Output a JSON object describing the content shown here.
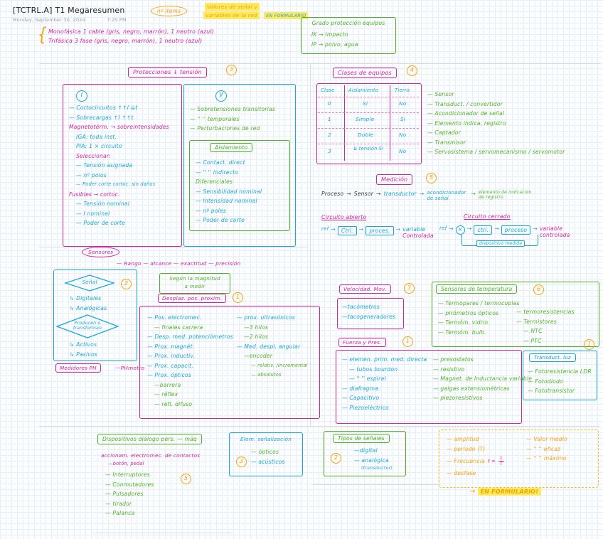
{
  "icons": {
    "arrow_right": "→"
  },
  "header": {
    "title": "[TCTRL.A] T1 Megaresumen",
    "date": "Monday, September 30, 2024",
    "time": "7:25 PM"
  },
  "top": {
    "n_items": "nº items",
    "note1": "Valores de señal y",
    "note2": "variables de la red",
    "note3": "EN FORMULARIO",
    "brace": "{",
    "mono": "Monofásica   1 cable (gris, negro, marrón), 1 neutro (azul)",
    "tri": "Trifásica    3 fase (gris, negro, marrón), 1 neutro (azul)"
  },
  "grado": {
    "title": "Grado protección equipos",
    "items": [
      "IK → Impacto",
      "IP → polvo, agua"
    ]
  },
  "protecciones": {
    "title": "Protecciones ↓ tensión",
    "badge": "3",
    "left": {
      "symbol": "I",
      "lines": [
        {
          "t": "— Cortocircuitos  ↑↑I  ⇊t"
        },
        {
          "t": "— Sobrecargas  ↑I  ↑↑t"
        },
        {
          "t": "Magnetotérm. → sobreintensidades",
          "c": "p"
        },
        {
          "t": "IGA:  toda inst.",
          "i": 1
        },
        {
          "t": "PIA:  1 × circuito",
          "i": 1
        },
        {
          "t": "Seleccionar:",
          "c": "p",
          "i": 1
        },
        {
          "t": "— Tensión asignada",
          "i": 1
        },
        {
          "t": "— nº polos",
          "i": 1
        },
        {
          "t": "— Poder corte cortoc. sin daños",
          "i": 1,
          "s": 1
        },
        {
          "t": "Fusibles → cortoc.",
          "c": "p"
        },
        {
          "t": "— Tensión nominal",
          "i": 1
        },
        {
          "t": "— I nominal",
          "i": 1
        },
        {
          "t": "— Poder de corte",
          "i": 1
        }
      ]
    },
    "right": {
      "symbol": "V",
      "lines": [
        "— Sobretensiones transitorias",
        "— ''  ''   temporales",
        "— Perturbaciones de red"
      ],
      "aislamiento": {
        "title": "Aislamiento",
        "lines": [
          {
            "t": "— Contact. direct"
          },
          {
            "t": "— ''  ''  indirecto"
          },
          {
            "t": "Diferenciales",
            "c": "g"
          },
          {
            "t": "— Sensibilidad nominal"
          },
          {
            "t": "— Intensidad nominal"
          },
          {
            "t": "— nº poles"
          },
          {
            "t": "— Poder de corte"
          }
        ]
      }
    }
  },
  "clases": {
    "title": "Clases de equipos",
    "badge": "4",
    "headers": [
      "Clase",
      "Aislamiento",
      "Tierra"
    ],
    "rows": [
      [
        "0",
        "Si",
        "No"
      ],
      [
        "1",
        "Simple",
        "Si"
      ],
      [
        "2",
        "Doble",
        "No"
      ],
      [
        "3",
        "⇊ tensión  Si",
        "No"
      ]
    ]
  },
  "equipos": {
    "items": [
      "— Sensor",
      "— Transduct. / convertidor",
      "— Acondicionador de señal",
      "— Elemento indica. registro",
      "— Captador",
      "— Transmisor",
      "— Servosistema / servomecanismo / servomotor"
    ]
  },
  "medicion": {
    "title": "Medición",
    "badge": "5",
    "flow": [
      "Proceso",
      "Sensor",
      "transductor",
      "acondicionador de señal",
      "elemento de indicación de registro"
    ]
  },
  "abierto": {
    "title": "Circuito abierto",
    "ref": "ref",
    "box1": "Ctrl.",
    "box2": "proces.",
    "out1": "variable",
    "out2": "Controlada"
  },
  "cerrado": {
    "title": "Circuito cerrado",
    "ref": "ref",
    "sum": "×",
    "box1": "ctrl.",
    "box2": "proceso",
    "out1": "variable",
    "out2": "controlada",
    "fb": "dispositivo medida"
  },
  "sensores": {
    "oval": "Sensores",
    "traits": "— Rango  — alcance  — exactitud  — precisión"
  },
  "senal": {
    "d1": "Señal",
    "badge": "2",
    "items1": [
      "↳ Digitales",
      "↳ Analógicas"
    ],
    "d2a": "Producen o",
    "d2b": "transforman",
    "items2": [
      "↳ Activos",
      "↳ Pasivos"
    ]
  },
  "medidores": {
    "box": "Medidores PH",
    "item": "—PHmetro"
  },
  "magnitud": {
    "l1": "Según la magnitud",
    "l2": "a medir"
  },
  "desplaz": {
    "title": "Desplaz. pos. proxim.",
    "badge": "1",
    "col1": [
      {
        "t": "— Pos. electromec."
      },
      {
        "t": "— finales carrera",
        "c": "g",
        "i": 1
      },
      {
        "t": "— Desp. med. potenciómetros"
      },
      {
        "t": "— Prox. magnét."
      },
      {
        "t": "— Prox. inductiv."
      },
      {
        "t": "— Prox. capacit."
      },
      {
        "t": "— Prox. ópticos"
      },
      {
        "t": "—barrera",
        "c": "g",
        "i": 1
      },
      {
        "t": "— réflex",
        "c": "g",
        "i": 1
      },
      {
        "t": "— refl. difuso",
        "c": "g",
        "i": 1
      }
    ],
    "col2": [
      {
        "t": "— prox. ultrasónicos"
      },
      {
        "t": "—3 hilos",
        "c": "g",
        "i": 1
      },
      {
        "t": "—2 hilos",
        "c": "g",
        "i": 1
      },
      {
        "t": "— Med. despl. angular"
      },
      {
        "t": "—encoder",
        "c": "g",
        "i": 1
      },
      {
        "t": "— relativ. /incremental",
        "c": "g",
        "i": 2,
        "s": 1
      },
      {
        "t": "— absolutos",
        "c": "g",
        "i": 2,
        "s": 1
      }
    ]
  },
  "velocidad": {
    "title": "Velocidad. Mov.",
    "badge": "3",
    "items": [
      "—tacómetros",
      "—tacogeneradores"
    ]
  },
  "temperatura": {
    "title": "Sensores de temperatura",
    "badge": "6",
    "col1": [
      "— Termopares / termocuplas",
      "— pirómetros ópticos",
      "— Termóm. vidrio",
      "— Termóm. bulb."
    ],
    "col2": [
      "— termoresistencias",
      "— Termistores",
      {
        "t": "— NTC",
        "i": 1
      },
      {
        "t": "— PTC",
        "i": 1
      }
    ]
  },
  "fuerza": {
    "title": "Fuerza y Pres.",
    "badge": "1",
    "col1": [
      {
        "t": "— elemen. prim. med. directa"
      },
      {
        "t": "— tubos bourdon",
        "i": 1
      },
      {
        "t": "— ''  ''   espiral",
        "i": 1
      },
      {
        "t": "— diafragma"
      },
      {
        "t": "— Capacitivo"
      },
      {
        "t": "— Piezoeléctrico"
      }
    ],
    "col2": [
      "— presostatos",
      "— resistivo",
      "— Magnet. de Inductancia variable",
      "— galgas extensiométricas",
      "— piezoresistivos"
    ]
  },
  "luz": {
    "title": "Transduct. luz",
    "badge": "1",
    "items": [
      "— Fotoresistencia  LDR",
      "— Fotodiodo",
      "— Fototransistor"
    ]
  },
  "dialogo": {
    "title": "Dispositivos diálogo pers. — máq",
    "sub1": "accionam. electromec.  de contactos",
    "sub2": "—botón, pedal",
    "badge": "5",
    "items": [
      "— Interruptores",
      "— Conmutadores",
      "— Pulsadores",
      "— tirador",
      "— Palanca"
    ]
  },
  "senalizacion": {
    "title": "Elem. señalización",
    "badge": "3",
    "items": [
      {
        "t": "— ópticos",
        "c": "g"
      },
      {
        "t": "— acústicos",
        "c": "c"
      }
    ]
  },
  "tipos": {
    "title": "Tipos de señales",
    "badge": "2",
    "items": [
      "—digital",
      "— analógica"
    ],
    "note": "(transductor)"
  },
  "formulario": {
    "col1": [
      "— amplitud",
      "— período  (T)"
    ],
    "freq": "— Frecuencia",
    "f_eq": "f =",
    "f_num": "1",
    "f_den": "T",
    "defase": "— desfase",
    "col2": [
      "— Valor medio",
      "— ''  ''  eficaz",
      "— ''  ''  máximo"
    ],
    "stamp": "EN FORMULARIO!"
  }
}
